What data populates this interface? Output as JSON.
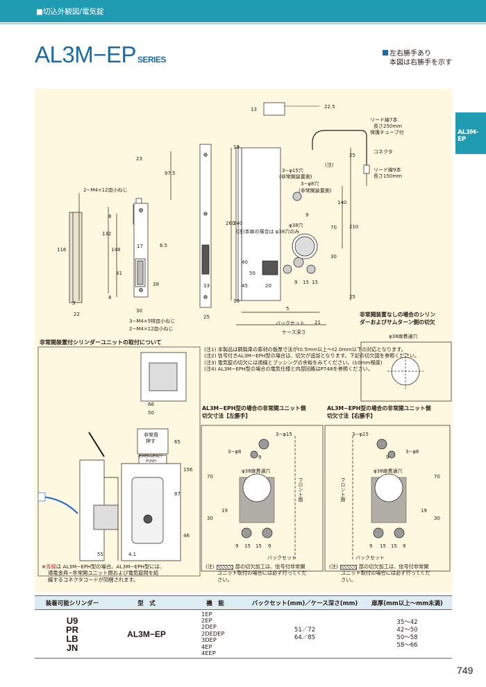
{
  "header": {
    "section": "■切込外観図/電気錠"
  },
  "title": {
    "main": "AL3M−EP",
    "series": "SERIES"
  },
  "side_note": {
    "line1": "左右勝手あり",
    "line2": "本図は右勝手を示す"
  },
  "side_tab": "AL3M-EP",
  "drawing": {
    "dims": {
      "d23": "23",
      "d97_5": "97.5",
      "d116": "116",
      "d148": "148",
      "d132": "132",
      "d17": "17",
      "d6_5": "6.5",
      "d41": "41",
      "d39": "39",
      "d8a": "8",
      "d8b": "8",
      "d3": "3",
      "d22": "22",
      "d30": "30",
      "d13": "13",
      "d25": "25",
      "d10a": "10",
      "d260": "260",
      "d240": "240",
      "d10b": "10",
      "d40": "40",
      "d50": "50",
      "d45": "45",
      "d20": "20",
      "d9a": "9",
      "d15a": "15",
      "d15b": "15",
      "d5": "5",
      "d21": "21",
      "d9b": "9",
      "d140": "140",
      "d70": "70",
      "d30b": "30",
      "d210": "210",
      "d25b": "25",
      "d25c": "25",
      "d13b": "13",
      "d22_5": "22.5",
      "d66": "66",
      "d50b": "50",
      "d65": "65",
      "d156": "156",
      "d87": "87",
      "d46": "46",
      "d55": "55",
      "d4_1": "4.1"
    },
    "labels": {
      "screw_m4_12_top": "2−M4×12皿小ねじ",
      "screw_m4_5": "3−M4×5特皿小ねじ",
      "screw_m4_12_bottom": "2−M4×12皿小ねじ",
      "hole_15": "3−φ15穴",
      "hole_15_sub": "(非常開装置側)",
      "hole_8": "3−φ8穴",
      "hole_8_sub": "(非常開装置側)",
      "hole_38": "φ38穴",
      "hole_38_note": "(注)本扉の場合は φ38穴のみ",
      "note_mark": "(注)",
      "backset": "バックセット",
      "case_depth": "ケース深さ",
      "lead7": "リード線7本",
      "lead7_len": "長さ250mm",
      "tube": "保護チューブ付",
      "connector": "コネクタ",
      "lead9": "リード線9本",
      "lead9_len": "長さ150mm"
    },
    "cyl_section": {
      "title": "非常開装置付シリンダーユニットの取付について",
      "btn_l1": "非常用",
      "btn_l2": "押す",
      "plate_l1": "EMERGENCY",
      "plate_l2": "PUSH"
    },
    "no_emergency": {
      "title_l1": "非常開装置なしの場合のシリン",
      "title_l2": "ダーおよびサムターン側の切欠",
      "hole": "φ38扉貫通穴"
    },
    "notes": [
      "(注1) 本製品は鋼製扉の扉材の板厚寸法がt0.5mm以上〜t2.0mm以下の対応となります。",
      "(注2) 信号付きAL3M−EPH型の場合は、切欠が追加となります。下記の切欠図を参照ください。",
      "(注3) 電気錠の切欠には通線とブッシングの余裕をみてください。(10mm程度)",
      "(注4) AL3M−EPH型の場合の電気仕様と内部回路はP748を参照ください。"
    ],
    "left_hand": {
      "title_l1": "AL3M−EPH型の場合の非常開ユニット側",
      "title_l2": "切欠寸法【左勝手】",
      "hole15": "3−φ15",
      "hole8": "3−φ8",
      "hole38": "φ38扉貫通穴",
      "front": "フロント面",
      "backset": "バックセット",
      "d70": "70",
      "d30": "30",
      "d19": "19",
      "d9a": "9",
      "d9b": "9",
      "d15a": "15",
      "d15b": "15",
      "d9c": "9"
    },
    "right_hand": {
      "title_l1": "AL3M−EPH型の場合の非常開ユニット側",
      "title_l2": "切欠寸法【右勝手】",
      "hole15": "3−φ15",
      "hole8": "3−φ8",
      "hole38": "φ38扉貫通穴",
      "front": "フロント面",
      "backset": "バックセット",
      "d70": "70",
      "d30": "30",
      "d19": "19",
      "d9a": "9",
      "d9b": "9",
      "d15a": "15",
      "d15b": "15",
      "d9c": "9"
    },
    "box_note": {
      "prefix": "(注)",
      "text1": "部の切欠加工は、信号付非常開",
      "text2": "ユニット取付の場合には必ず行ってくだ",
      "text3": "さい。"
    },
    "red_note": {
      "mark": "※",
      "highlight": "青線",
      "l1": "は AL3M−EPH型の場合。AL3M−EPH型には、",
      "l2": "通電金具−非常開ユニット間および電気錠間を結",
      "l3": "線するコネクタコードが同梱されます。"
    }
  },
  "table": {
    "headers": [
      "装着可能シリンダー",
      "型　式",
      "機　能",
      "バックセット(mm)／ケース深さ(mm)",
      "扉厚(mm以上〜mm未満)"
    ],
    "cylinders": [
      "U9",
      "PR",
      "LB",
      "JN"
    ],
    "model": "AL3M−EP",
    "functions": [
      "1EP",
      "2EP",
      "2DEP",
      "2DEDEP",
      "3DEP",
      "4EP",
      "4EEP"
    ],
    "backset_depth": [
      "51／72",
      "64／85"
    ],
    "door_thickness": [
      "35〜42",
      "42〜50",
      "50〜58",
      "58〜66"
    ]
  },
  "page_number": "749"
}
